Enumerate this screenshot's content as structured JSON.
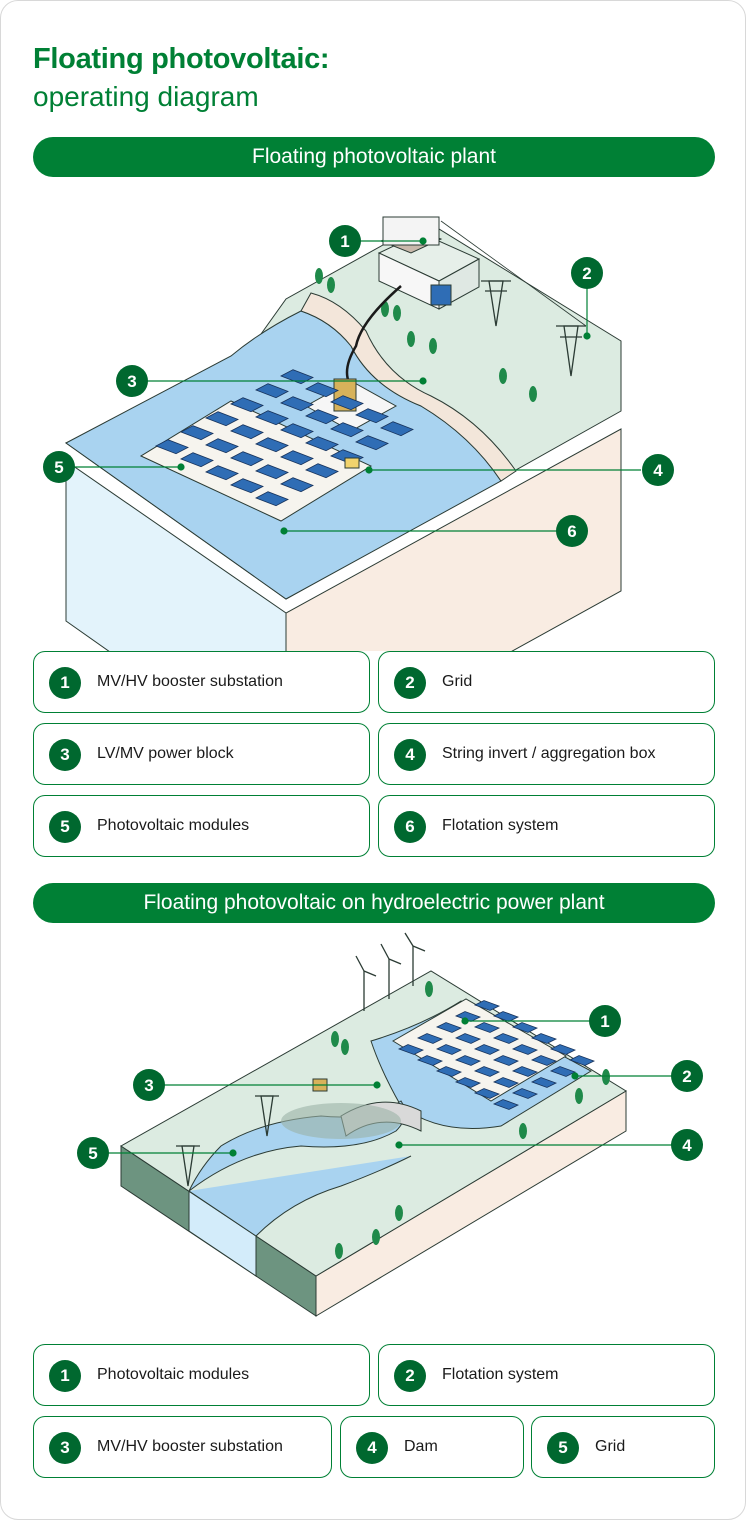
{
  "title": {
    "line1": "Floating photovoltaic:",
    "line2": "operating diagram"
  },
  "section1": {
    "banner": "Floating photovoltaic plant",
    "callouts": [
      "1",
      "2",
      "3",
      "4",
      "5",
      "6"
    ],
    "legend": [
      {
        "num": "1",
        "label": "MV/HV booster substation"
      },
      {
        "num": "2",
        "label": "Grid"
      },
      {
        "num": "3",
        "label": "LV/MV power block"
      },
      {
        "num": "4",
        "label": "String invert / aggregation box"
      },
      {
        "num": "5",
        "label": "Photovoltaic modules"
      },
      {
        "num": "6",
        "label": "Flotation system"
      }
    ]
  },
  "section2": {
    "banner": "Floating photovoltaic on hydroelectric power plant",
    "callouts": [
      "1",
      "2",
      "3",
      "4",
      "5"
    ],
    "legend": [
      {
        "num": "1",
        "label": "Photovoltaic modules"
      },
      {
        "num": "2",
        "label": "Flotation system"
      },
      {
        "num": "3",
        "label": "MV/HV booster substation"
      },
      {
        "num": "4",
        "label": "Dam"
      },
      {
        "num": "5",
        "label": "Grid"
      }
    ]
  },
  "colors": {
    "brand_green": "#008035",
    "badge_green": "#00682f",
    "land": "#dcebe1",
    "water": "#a9d3f0",
    "panel": "#2f6db5"
  }
}
